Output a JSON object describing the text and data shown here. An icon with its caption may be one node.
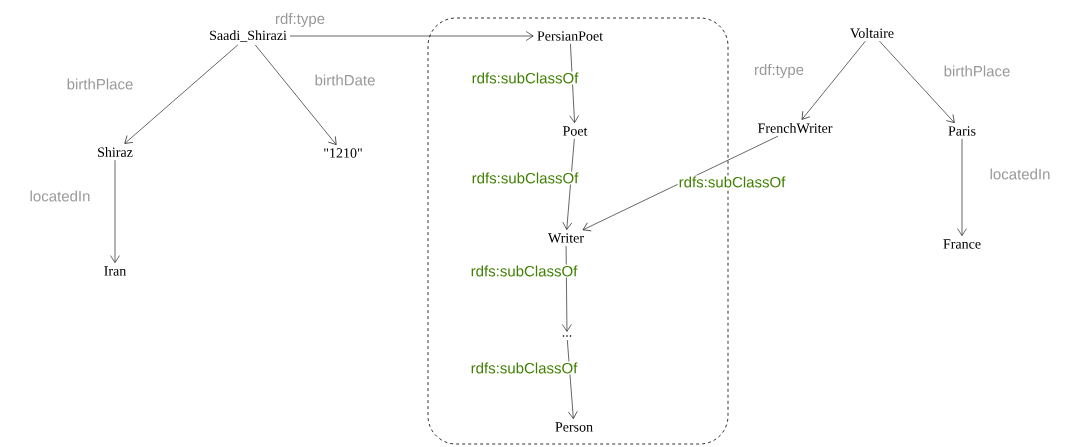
{
  "diagram": {
    "nodes": [
      {
        "text": [],
        "shape": "box"
      },
      {
        "text": [
          "Saadi_Shirazi"
        ]
      },
      {
        "text": [
          "PersianPoet"
        ],
        "in": 0
      },
      {
        "text": [
          "Poet"
        ],
        "in": 0
      },
      {
        "text": [
          "Writer"
        ],
        "in": 0
      },
      {
        "text": [
          "..."
        ],
        "in": 0
      },
      {
        "text": [
          "Person"
        ],
        "in": 0
      },
      {
        "text": [
          "Voltaire"
        ]
      },
      {
        "text": [
          "FrenchWriter"
        ]
      },
      {
        "text": [
          "Paris"
        ]
      },
      {
        "text": [
          "Shiraz"
        ]
      },
      {
        "text": [
          "\"1210\""
        ]
      },
      {
        "text": [
          "Iran"
        ]
      },
      {
        "text": [
          "France"
        ]
      }
    ],
    "edges": [
      {
        "from": 1,
        "to": 2,
        "arrow": "to",
        "label": "rdf:type"
      },
      {
        "from": 1,
        "to": 10,
        "arrow": "to",
        "label": "birthPlace"
      },
      {
        "from": 1,
        "to": 11,
        "arrow": "to",
        "label": "birthDate"
      },
      {
        "from": 10,
        "to": 12,
        "arrow": "to",
        "label": "locatedIn"
      },
      {
        "from": 2,
        "to": 3,
        "arrow": "to",
        "label": "rdfs:subClassOf"
      },
      {
        "from": 3,
        "to": 4,
        "arrow": "to",
        "label": "rdfs:subClassOf"
      },
      {
        "from": 4,
        "to": 5,
        "arrow": "to",
        "label": "rdfs:subClassOf"
      },
      {
        "from": 5,
        "to": 6,
        "arrow": "to",
        "label": "rdfs:subClassOf"
      },
      {
        "from": 7,
        "to": 8,
        "arrow": "to",
        "label": "rdf:type"
      },
      {
        "from": 7,
        "to": 9,
        "arrow": "to",
        "label": "birthPlace"
      },
      {
        "from": 9,
        "to": 13,
        "arrow": "to",
        "label": "locatedIn"
      },
      {
        "from": 8,
        "to": 4,
        "arrow": "to",
        "label": "rdfs:subClassOf"
      }
    ]
  }
}
